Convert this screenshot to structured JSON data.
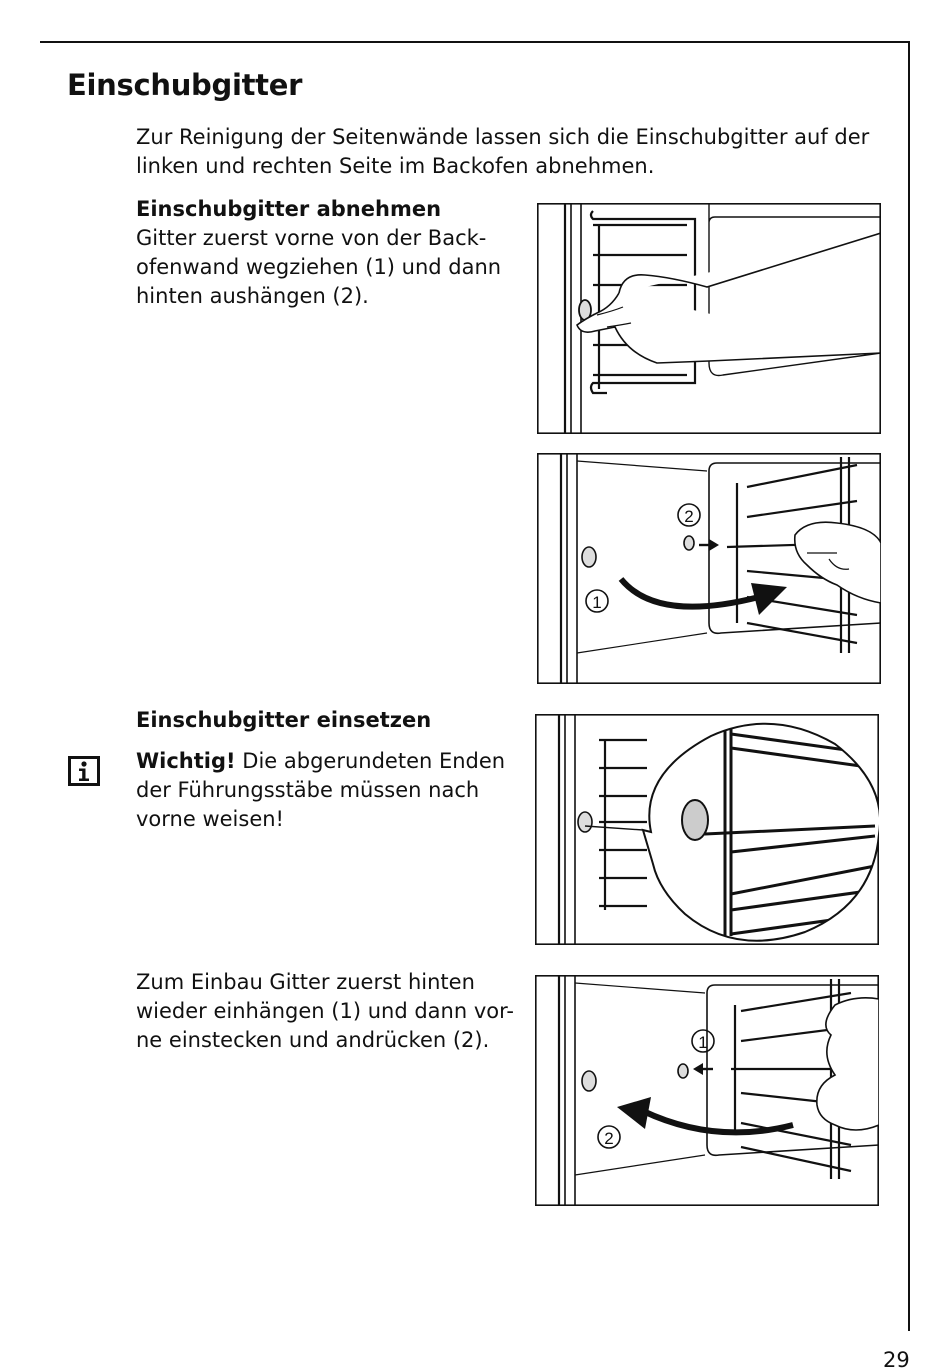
{
  "page": {
    "heading": "Einschubgitter",
    "intro_line1": "Zur Reinigung der Seitenwände lassen sich die Einschubgitter auf der",
    "intro_line2": "linken und rechten Seite im Backofen abnehmen.",
    "remove": {
      "title": "Einschubgitter abnehmen",
      "lines": [
        "Gitter zuerst vorne von der Back-",
        "ofenwand wegziehen (1) und dann",
        "hinten aushängen (2)."
      ]
    },
    "insert": {
      "title": "Einschubgitter einsetzen",
      "important_label": "Wichtig!",
      "important_line1_rest": " Die abgerundeten Enden",
      "important_lines": [
        "der Führungsstäbe müssen nach",
        "vorne weisen!"
      ],
      "install_lines": [
        "Zum Einbau Gitter zuerst hinten",
        "wieder einhängen (1) und dann vor-",
        "ne einstecken und andrücken (2)."
      ]
    },
    "figure_labels": {
      "fig2_a": "2",
      "fig2_b": "1",
      "fig4_a": "1",
      "fig4_b": "2"
    },
    "info_icon": "info-i-icon",
    "page_number": "29"
  }
}
